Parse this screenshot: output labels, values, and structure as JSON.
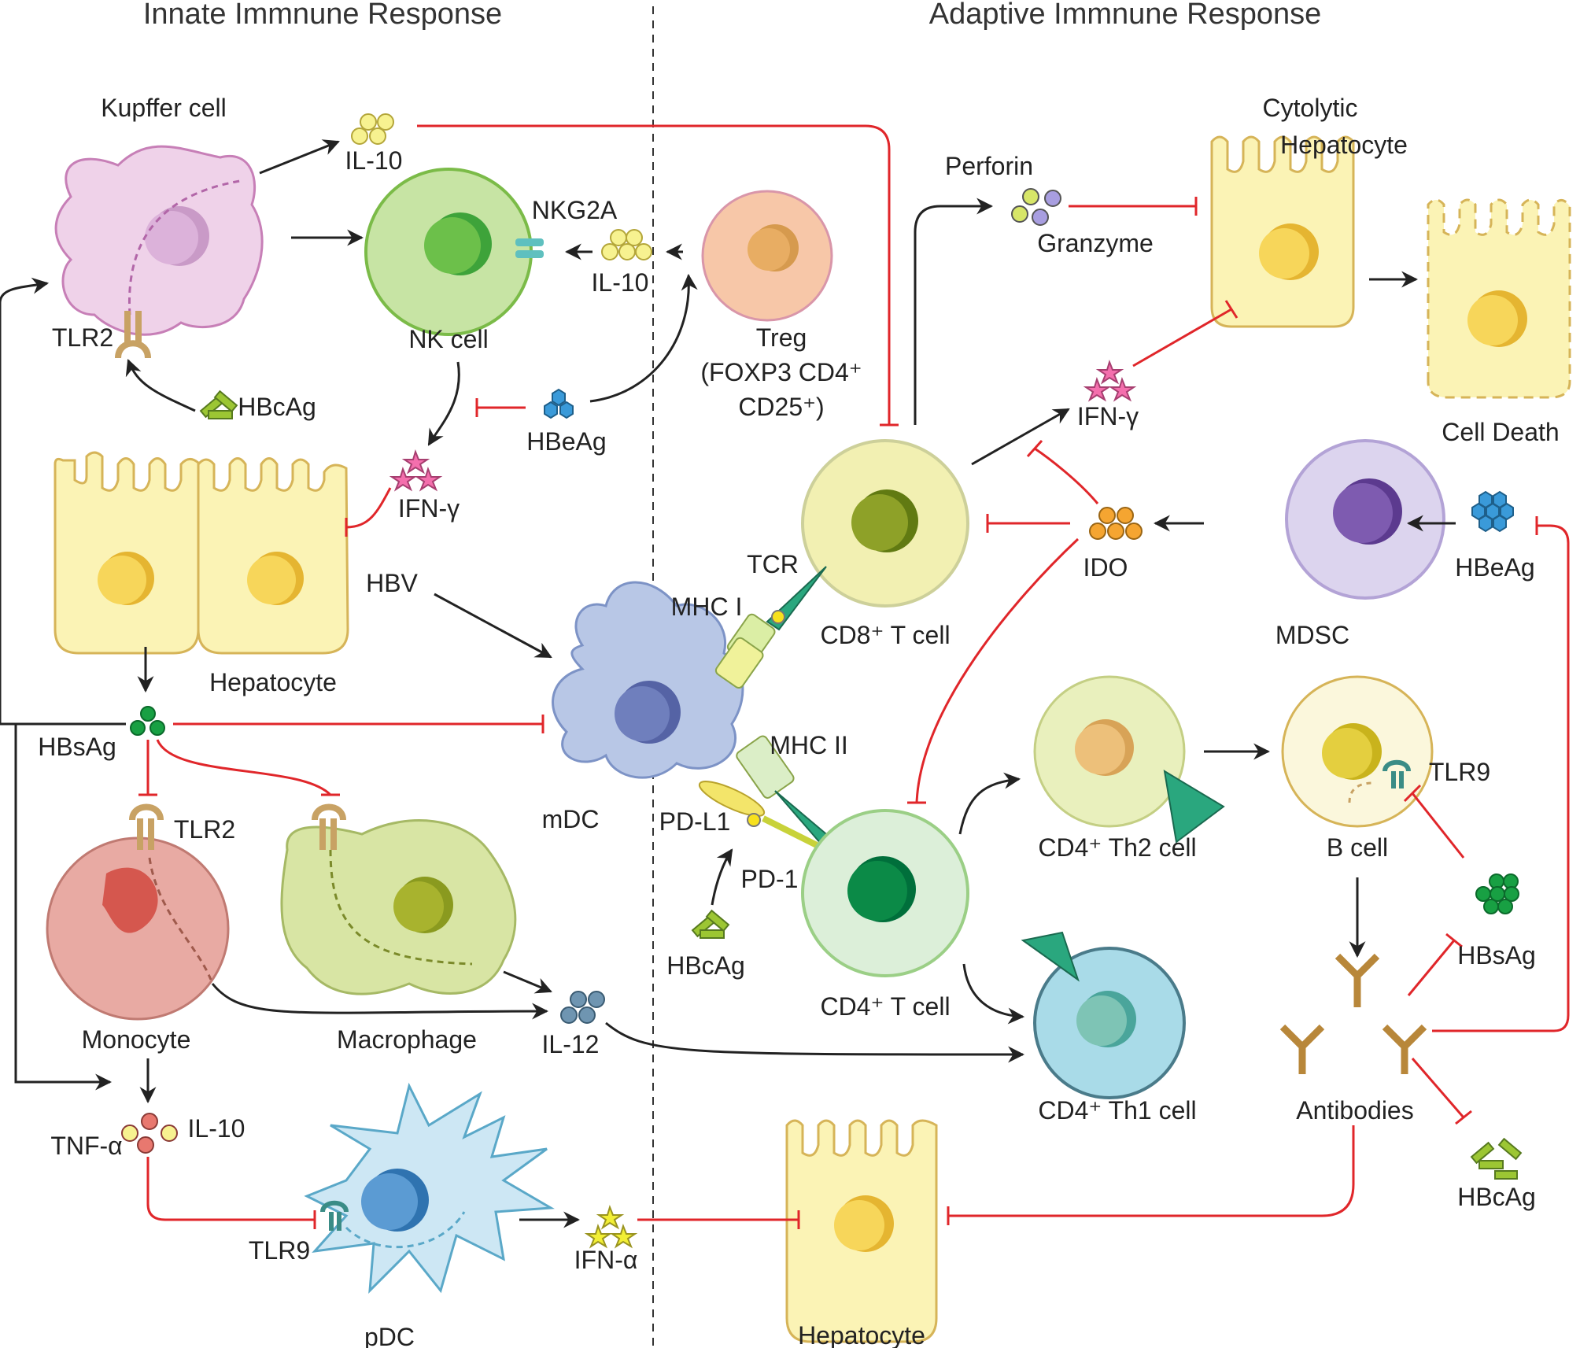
{
  "headers": {
    "innate": "Innate Immnune Response",
    "adaptive": "Adaptive Immnune Response"
  },
  "labels": {
    "kupffer": "Kupffer cell",
    "il10_top": "IL-10",
    "nkg2a": "NKG2A",
    "il10_mid": "IL-10",
    "nk_cell": "NK cell",
    "tlr2_kupffer": "TLR2",
    "hbcag_left": "HBcAg",
    "heag_mid": "HBeAg",
    "treg": "Treg",
    "treg_line2": "(FOXP3 CD4⁺",
    "treg_line3": "CD25⁺)",
    "ifng_left": "IFN-γ",
    "hbv": "HBV",
    "hepatocyte_top": "Hepatocyte",
    "hbsag_left": "HBsAg",
    "tlr2_mono": "TLR2",
    "monocyte": "Monocyte",
    "macrophage": "Macrophage",
    "il12": "IL-12",
    "mdc": "mDC",
    "tcr": "TCR",
    "mhc1": "MHC I",
    "mhc2": "MHC II",
    "pdl1": "PD-L1",
    "pd1": "PD-1",
    "hbcag_mid": "HBcAg",
    "cd8": "CD8⁺ T cell",
    "cd4": "CD4⁺ T cell",
    "tnfa": "TNF-α",
    "il10_bottom": "IL-10",
    "tlr9_pdc": "TLR9",
    "pdc": "pDC",
    "ifna": "IFN-α",
    "hepatocyte_bottom": "Hepatocyte",
    "perforin": "Perforin",
    "granzyme": "Granzyme",
    "cytolytic": "Cytolytic",
    "cytolytic2": "Hepatocyte",
    "cell_death": "Cell Death",
    "ifng_right": "IFN-γ",
    "ido": "IDO",
    "mdsc": "MDSC",
    "heag_right": "HBeAg",
    "th2": "CD4⁺ Th2 cell",
    "bcell": "B cell",
    "tlr9_b": "TLR9",
    "hbsag_right": "HBsAg",
    "antibodies": "Antibodies",
    "hbcag_right": "HBcAg",
    "th1": "CD4⁺ Th1 cell"
  },
  "colors": {
    "inhibit": "#e0262a",
    "activate": "#222222",
    "kupffer": "#efd2e9",
    "nk": "#c7e4a4",
    "treg": "#f7c7a8",
    "hepatocyte": "#fbf3b5",
    "mdc": "#b8c7e6",
    "cd8": "#f2f0b2",
    "cd4": "#dcefd9",
    "monocyte": "#e8aaa3",
    "macrophage": "#d8e5a4",
    "pdc": "#cde7f4",
    "mdsc": "#dcd4ee",
    "th2": "#e9f0bd",
    "bcell": "#fbf7dc",
    "th1": "#a9dbe8"
  }
}
